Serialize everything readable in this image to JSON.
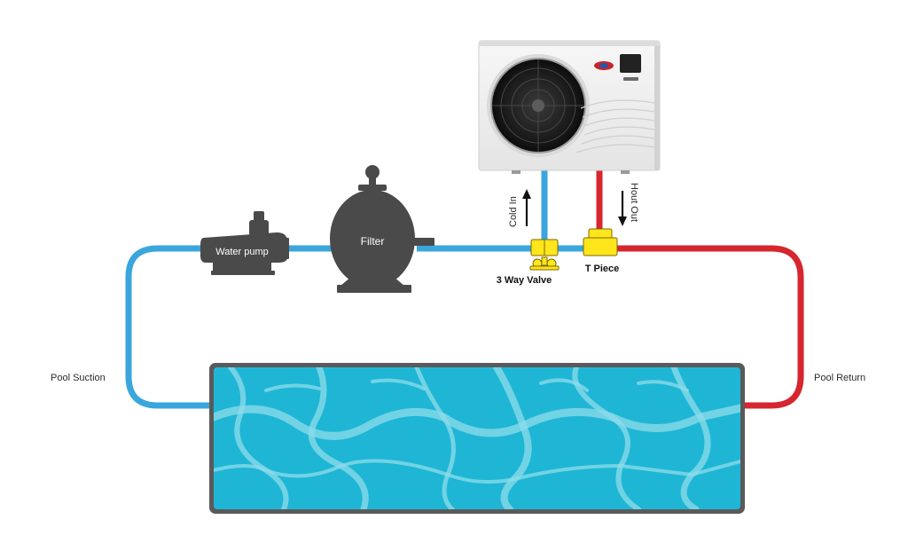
{
  "labels": {
    "pool_suction": "Pool Suction",
    "pool_return": "Pool Return",
    "water_pump": "Water pump",
    "filter": "Filter",
    "three_way_valve": "3 Way Valve",
    "t_piece": "T Piece",
    "cold_in": "Cold In",
    "hout_out": "Hout Out"
  },
  "colors": {
    "cold_pipe": "#3aa6dd",
    "hot_pipe": "#d6262e",
    "equipment": "#4a4a4a",
    "fitting": "#ffe51c",
    "pool_water": "#1fb6d6",
    "pool_frame": "#5a5a5a"
  },
  "icons": {
    "heat_pump": "heat-pump-unit-icon",
    "water_pump": "water-pump-icon",
    "filter": "sand-filter-icon",
    "valve": "three-way-valve-icon",
    "t_piece": "t-piece-fitting-icon",
    "flow_up": "arrow-up-icon",
    "flow_down": "arrow-down-icon"
  }
}
